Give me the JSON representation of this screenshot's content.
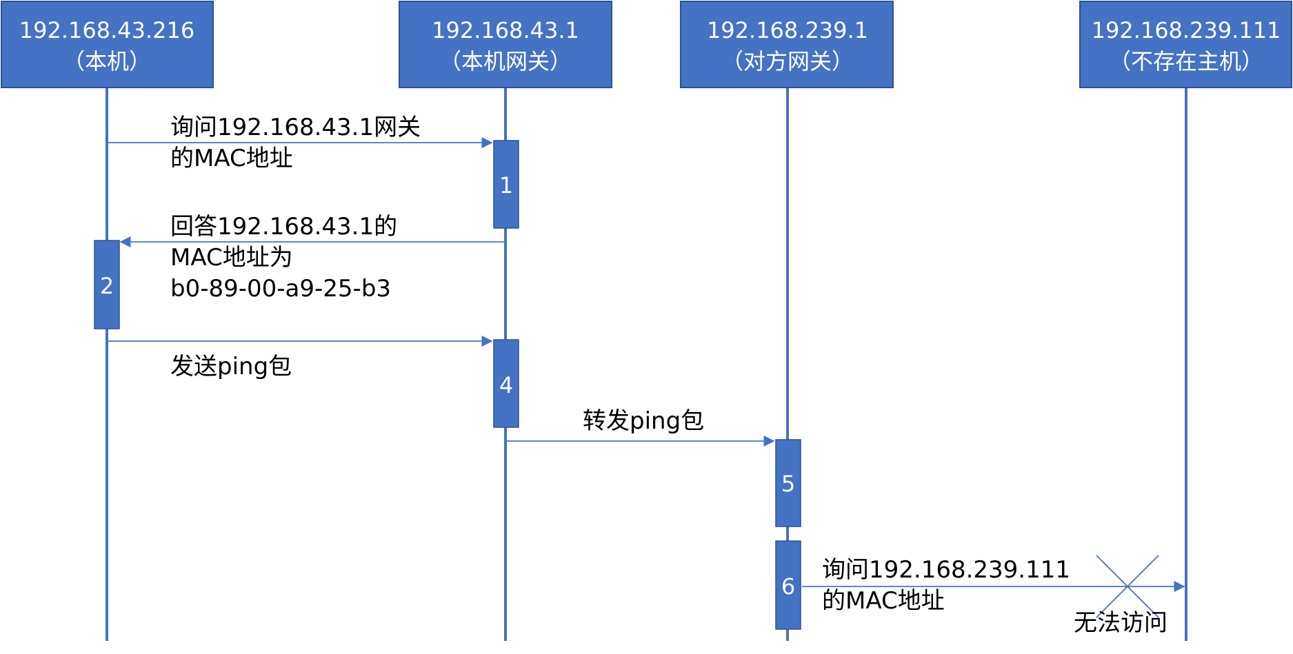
{
  "colors": {
    "participant_fill": "#4472c4",
    "participant_border": "#2f528f",
    "lifeline": "#4472c4",
    "activation_fill": "#4472c4",
    "arrow": "#4472c4",
    "cross": "#4472c4",
    "message_text": "#000000",
    "box_text": "#ffffff"
  },
  "participants": [
    {
      "ip": "192.168.43.216",
      "role": "（本机）"
    },
    {
      "ip": "192.168.43.1",
      "role": "（本机网关）"
    },
    {
      "ip": "192.168.239.1",
      "role": "（对方网关）"
    },
    {
      "ip": "192.168.239.111",
      "role": "（不存在主机）"
    }
  ],
  "activations": [
    {
      "label": "1"
    },
    {
      "label": "2"
    },
    {
      "label": "4"
    },
    {
      "label": "5"
    },
    {
      "label": "6"
    }
  ],
  "messages": [
    {
      "lines": [
        "询问192.168.43.1网关",
        "的MAC地址"
      ]
    },
    {
      "lines": [
        "回答192.168.43.1的",
        "MAC地址为",
        "b0-89-00-a9-25-b3"
      ]
    },
    {
      "lines": [
        "发送ping包"
      ]
    },
    {
      "lines": [
        "转发ping包"
      ]
    },
    {
      "lines": [
        "询问192.168.239.111",
        "的MAC地址"
      ]
    }
  ],
  "failure_label": "无法访问"
}
